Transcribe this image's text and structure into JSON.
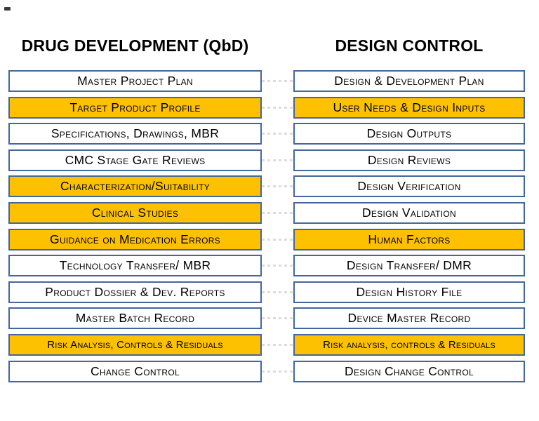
{
  "colors": {
    "highlight": "#FDC101",
    "box_border": "#44679B",
    "connector": "#dedcda",
    "text": "#000000",
    "background": "#ffffff"
  },
  "columns": [
    {
      "title": "DRUG DEVELOPMENT (QbD)",
      "items": [
        {
          "label": "Master Project Plan",
          "highlighted": false
        },
        {
          "label": "Target Product Profile",
          "highlighted": true
        },
        {
          "label": "Specifications, Drawings, MBR",
          "highlighted": false
        },
        {
          "label": "CMC Stage Gate Reviews",
          "highlighted": false
        },
        {
          "label": "Characterization/Suitability",
          "highlighted": true
        },
        {
          "label": "Clinical Studies",
          "highlighted": true
        },
        {
          "label": "Guidance on Medication Errors",
          "highlighted": true
        },
        {
          "label": "Technology Transfer/ MBR",
          "highlighted": false
        },
        {
          "label": "Product Dossier & Dev. Reports",
          "highlighted": false
        },
        {
          "label": "Master Batch Record",
          "highlighted": false
        },
        {
          "label": "Risk Analysis, Controls & Residuals",
          "highlighted": true
        },
        {
          "label": "Change Control",
          "highlighted": false
        }
      ]
    },
    {
      "title": "DESIGN CONTROL",
      "items": [
        {
          "label": "Design & Development Plan",
          "highlighted": false
        },
        {
          "label": "User Needs & Design Inputs",
          "highlighted": true
        },
        {
          "label": "Design Outputs",
          "highlighted": false
        },
        {
          "label": "Design Reviews",
          "highlighted": false
        },
        {
          "label": "Design Verification",
          "highlighted": false
        },
        {
          "label": "Design Validation",
          "highlighted": false
        },
        {
          "label": "Human Factors",
          "highlighted": true
        },
        {
          "label": "Design Transfer/ DMR",
          "highlighted": false
        },
        {
          "label": "Design History File",
          "highlighted": false
        },
        {
          "label": "Device Master Record",
          "highlighted": false
        },
        {
          "label": "Risk analysis, controls & Residuals",
          "highlighted": true
        },
        {
          "label": "Design Change Control",
          "highlighted": false
        }
      ]
    }
  ]
}
